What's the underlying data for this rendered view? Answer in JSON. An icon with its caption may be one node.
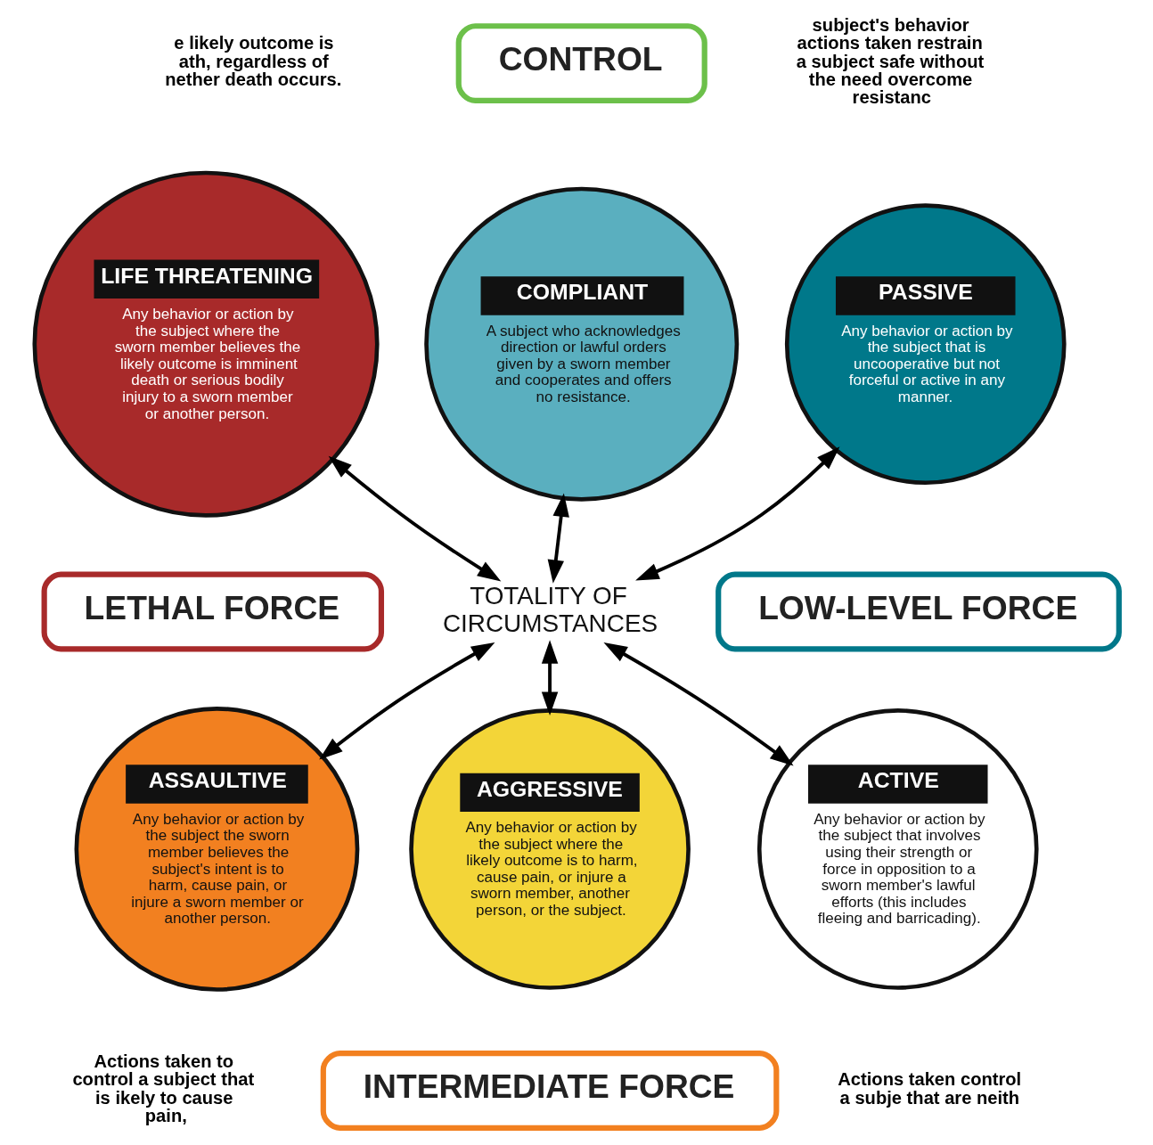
{
  "diagram": {
    "nodes": [
      {
        "text": [
          "CONTROL"
        ]
      },
      {
        "text": [
          "LETHAL FORCE"
        ]
      },
      {
        "text": [
          "LOW-LEVEL FORCE"
        ]
      },
      {
        "text": [
          "COMPLIANT",
          "A subject who acknowledges direction or lawful orders given by a sworn member and cooperates and offers no resistance."
        ]
      },
      {
        "text": [
          "LIFE THREATENING",
          "Any behavior or action by the subject where the sworn member believes the likely outcome is imminent death or serious bodily injury to a sworn member or another person."
        ]
      },
      {
        "text": [
          "PASSIVE",
          "Any behavior or action by the subject that is uncooperative but not forceful or active in any manner."
        ]
      },
      {
        "text": [
          "TOTALITY OF CIRCUMSTANCES"
        ]
      },
      {
        "text": [
          "ASSAULTIVE",
          "Any behavior or action by the subject the sworn member believes the subject's intent is to harm, cause pain, or injure a sworn member or another person."
        ]
      },
      {
        "text": [
          "ACTIVE",
          "Any behavior or action by the subject that involves using their strength or force in opposition to a sworn member's lawful efforts (this includes fleeing and barricading)."
        ]
      },
      {
        "text": [
          "AGGRESSIVE",
          "Any behavior or action by the subject where the likely outcome is to harm, cause pain, or injure a sworn member, another person, or the subject."
        ]
      },
      {
        "text": [
          "INTERMEDIATE FORCE"
        ]
      }
    ],
    "edges": [
      {
        "from": 6,
        "to": 3,
        "arrow": "both"
      },
      {
        "from": 6,
        "to": 4,
        "arrow": "both"
      },
      {
        "from": 6,
        "to": 5,
        "arrow": "both"
      },
      {
        "from": 6,
        "to": 7,
        "arrow": "both"
      },
      {
        "from": 6,
        "to": 8,
        "arrow": "both"
      },
      {
        "from": 6,
        "to": 9,
        "arrow": "both"
      }
    ],
    "labels": [
      "e likely outcome is ath, regardless of nether death occurs.",
      "subject's behavior actions taken restrain a subject safe without the need overcome resistanc",
      "Actions taken to control a subject that is ikely to cause pain,",
      "Actions taken control a subje that are neith"
    ]
  }
}
